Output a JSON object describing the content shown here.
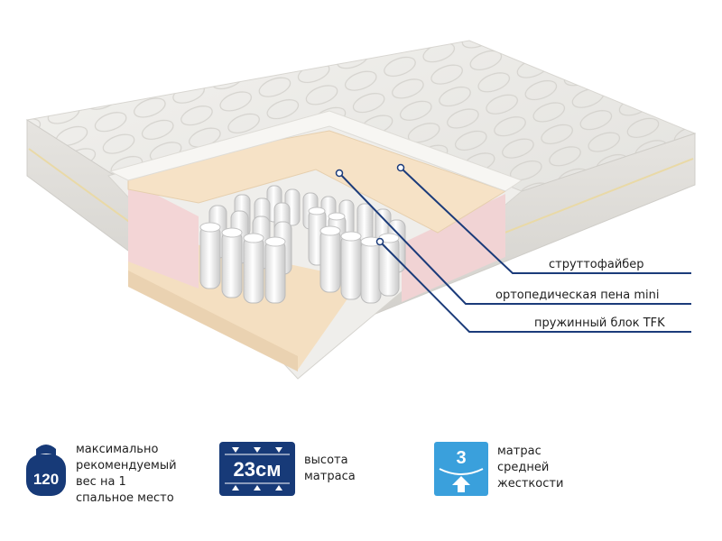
{
  "callouts": [
    {
      "label": "струттофайбер"
    },
    {
      "label": "ортопедическая пена mini"
    },
    {
      "label": "пружинный блок TFK"
    }
  ],
  "specs": {
    "weight": {
      "badge_value": "120",
      "lines": [
        "максимально",
        "рекомендуемый",
        "вес на 1",
        "спальное место"
      ],
      "icon": "kettlebell-icon"
    },
    "height": {
      "badge_value": "23см",
      "lines": [
        "высота",
        "матраса"
      ],
      "icon": "height-arrows-icon"
    },
    "firmness": {
      "badge_value": "3",
      "lines": [
        "матрас",
        "средней",
        "жесткости"
      ],
      "icon": "firmness-level-icon"
    }
  },
  "colors": {
    "navy": "#173a78",
    "sky": "#3aa0dc",
    "mattress_white": "#ecebe8",
    "foam_pink": "#f3d6d6",
    "foam_cream": "#f5e0c5",
    "leader_line": "#1b3b7a"
  }
}
